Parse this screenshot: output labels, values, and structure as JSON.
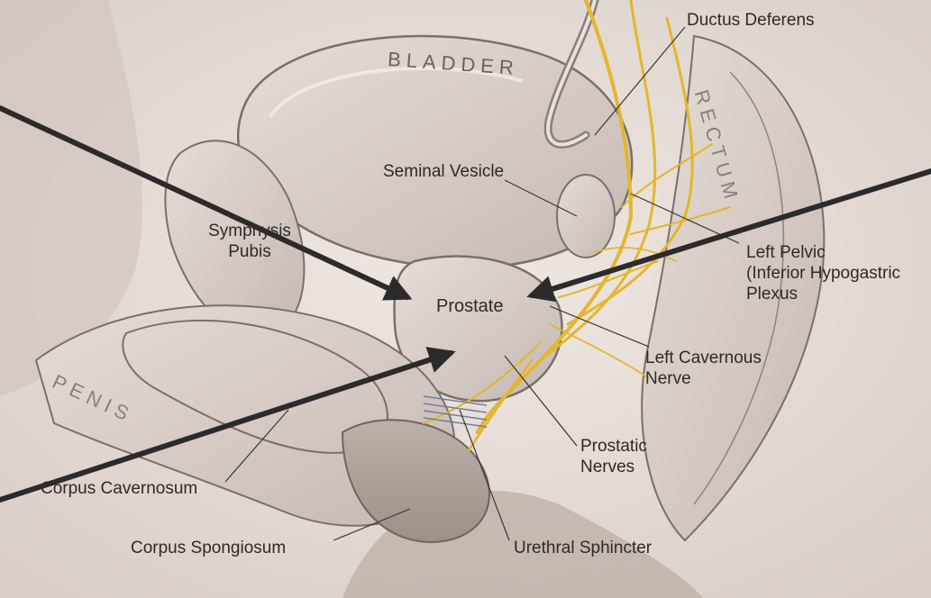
{
  "labels": {
    "ductus_deferens": "Ductus Deferens",
    "seminal_vesicle": "Seminal Vesicle",
    "symphysis_line1": "Symphysis",
    "symphysis_line2": "Pubis",
    "prostate": "Prostate",
    "left_pelvic_line1": "Left Pelvic",
    "left_pelvic_line2": "(Inferior Hypogastric",
    "left_pelvic_line3": "Plexus",
    "left_cavernous_line1": "Left Cavernous",
    "left_cavernous_line2": "Nerve",
    "prostatic_line1": "Prostatic",
    "prostatic_line2": "Nerves",
    "corpus_cavernosum": "Corpus Cavernosum",
    "corpus_spongiosum": "Corpus Spongiosum",
    "urethral_sphincter": "Urethral Sphincter"
  },
  "organs": {
    "bladder": "BLADDER",
    "rectum": "RECTUM",
    "penis": "PENIS"
  },
  "colors": {
    "background": "#e8e0d9",
    "organ_fill": "#d6ccc6",
    "outline": "#7a6f69",
    "nerve": "#e3b62c",
    "arrow": "#2b2b2b"
  }
}
